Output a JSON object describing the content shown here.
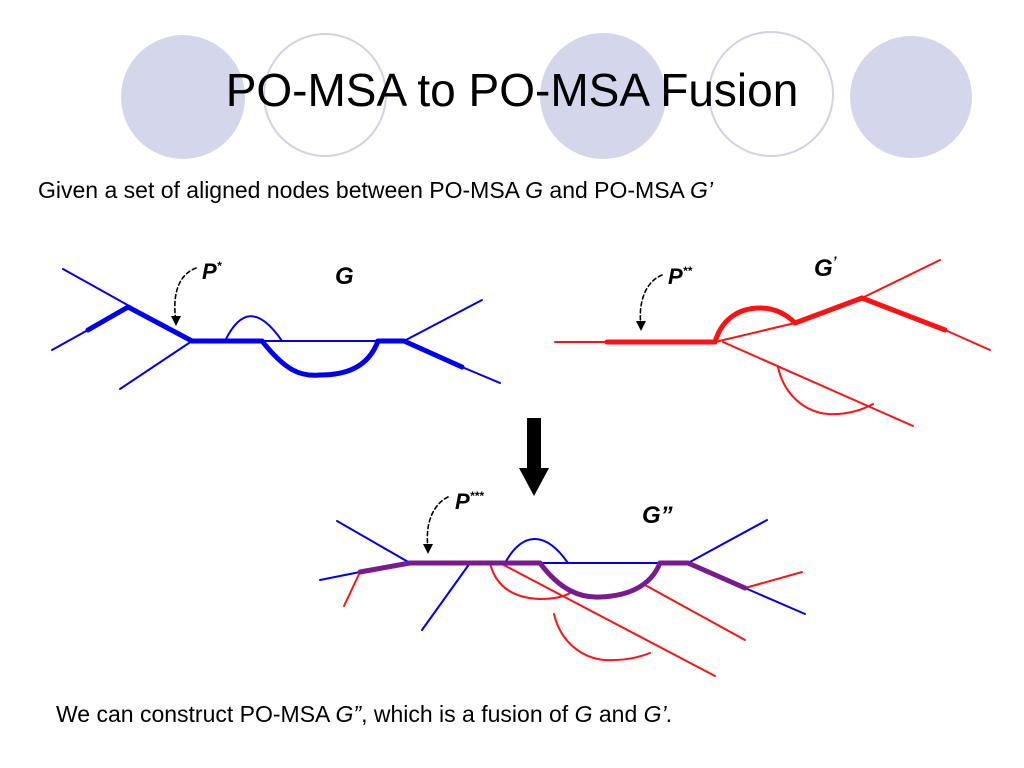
{
  "title": "PO-MSA to PO-MSA Fusion",
  "subtitle": {
    "t1": "Given a set of aligned nodes between PO-MSA ",
    "g": "G",
    "t2": " and PO-MSA ",
    "gp": "G’"
  },
  "conclusion": {
    "t1": "We can construct PO-MSA ",
    "gpp": "G”",
    "t2": ", which is a fusion of ",
    "g": "G",
    "t3": " and ",
    "gp": "G’."
  },
  "labels": {
    "graph_g": "G",
    "graph_g_prime": "G",
    "graph_g_prime_mark": "’",
    "graph_g_double": "G”",
    "p_base": "P",
    "p_star": "*",
    "p2_base": "P",
    "p2_star": "**",
    "p3_base": "P",
    "p3_star": "***"
  },
  "colors": {
    "graph_g": "#0000ee",
    "graph_g_prime": "#ff1111",
    "fused_path": "#7a1a8f",
    "decor_fill": "#d4d6ec",
    "arrow": "#000000"
  }
}
